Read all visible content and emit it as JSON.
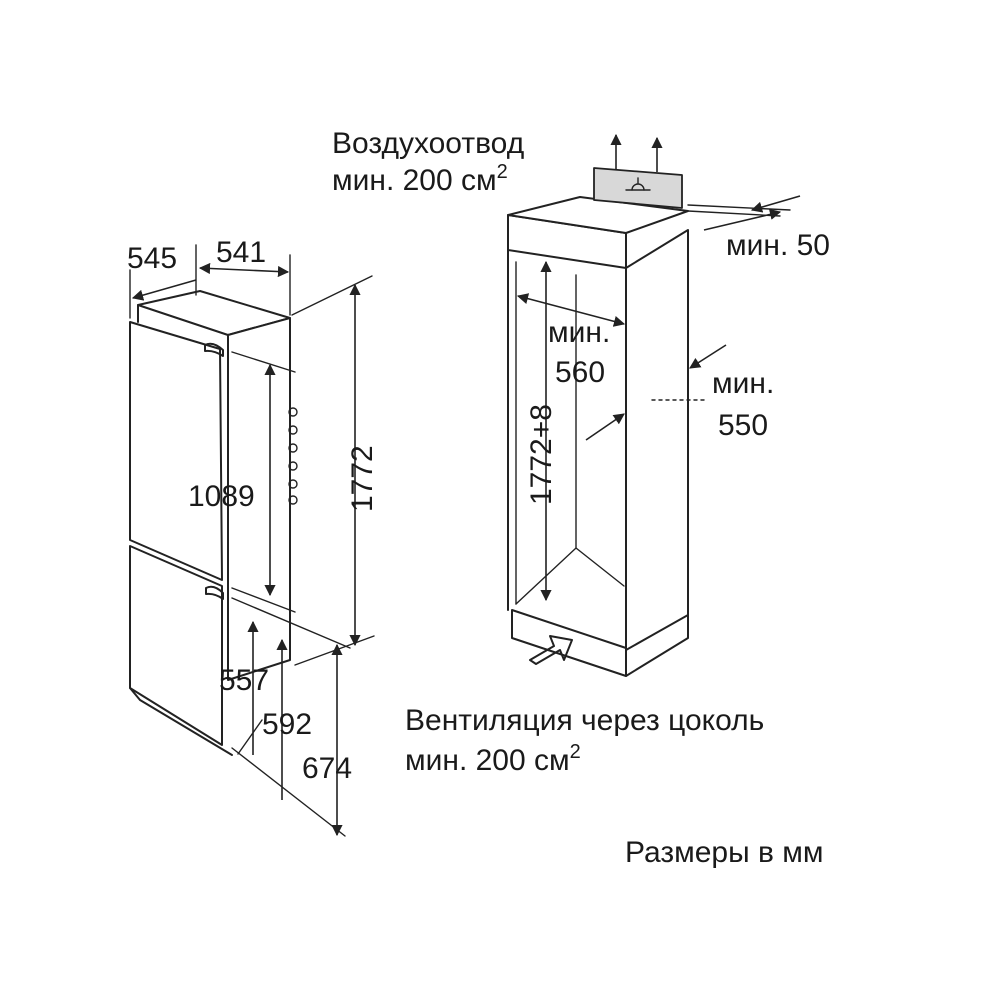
{
  "labels": {
    "air_outlet_line1": "Воздухоотвод",
    "air_outlet_line2": "мин. 200 см",
    "air_outlet_sup": "2",
    "min_50": "мин. 50",
    "min_560_line1": "мин.",
    "min_560_line2": "560",
    "min_550_line1": "мин.",
    "min_550_line2": "550",
    "niche_height": "1772+8",
    "plinth_vent_line1": "Вентиляция через цоколь",
    "plinth_vent_line2": "мин. 200 см",
    "plinth_vent_sup": "2",
    "units_note": "Размеры в мм"
  },
  "dimensions": {
    "depth": "545",
    "width": "541",
    "total_height": "1772",
    "upper_door_height": "1089",
    "lower_557": "557",
    "lower_592": "592",
    "lower_674": "674"
  },
  "colors": {
    "line": "#222222",
    "grill": "#d8d8d8",
    "background": "#ffffff"
  }
}
